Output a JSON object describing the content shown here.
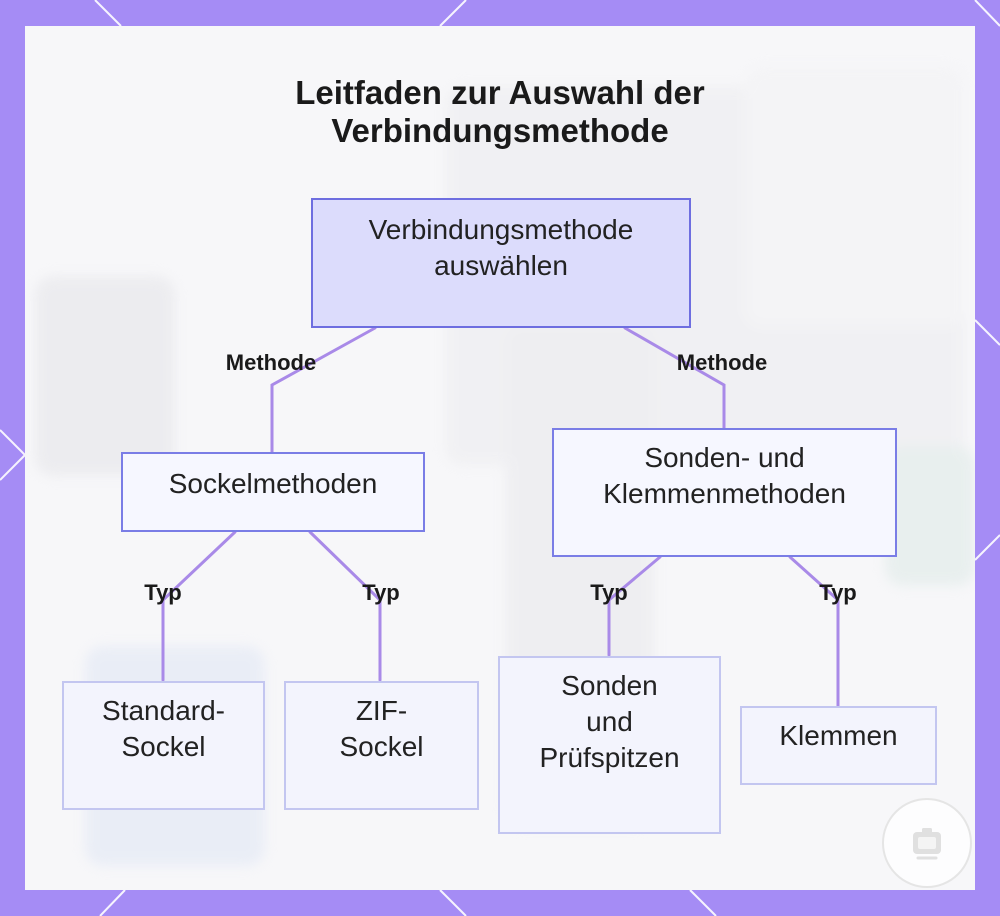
{
  "title": {
    "line1": "Leitfaden zur Auswahl der",
    "line2": "Verbindungsmethode"
  },
  "nodes": {
    "root": {
      "line1": "Verbindungsmethode",
      "line2": "auswählen"
    },
    "socket_methods": {
      "line1": "Sockelmethoden"
    },
    "probe_clamp_methods": {
      "line1": "Sonden- und",
      "line2": "Klemmenmethoden"
    },
    "standard_socket": {
      "line1": "Standard-",
      "line2": "Sockel"
    },
    "zif_socket": {
      "line1": "ZIF-",
      "line2": "Sockel"
    },
    "probes_tips": {
      "line1": "Sonden",
      "line2": "und",
      "line3": "Prüfspitzen"
    },
    "clamps": {
      "line1": "Klemmen"
    }
  },
  "edge_labels": {
    "method_left": "Methode",
    "method_right": "Methode",
    "type_1": "Typ",
    "type_2": "Typ",
    "type_3": "Typ",
    "type_4": "Typ"
  },
  "colors": {
    "frame": "#a58cf5",
    "connector": "#a98ae8",
    "root_fill": "#dcdcfc",
    "root_border": "#6e6ee0",
    "node_fill": "#f3f4fd",
    "node_border": "#c3c6f0"
  },
  "icons": {
    "corner_badge": "chip-icon"
  }
}
